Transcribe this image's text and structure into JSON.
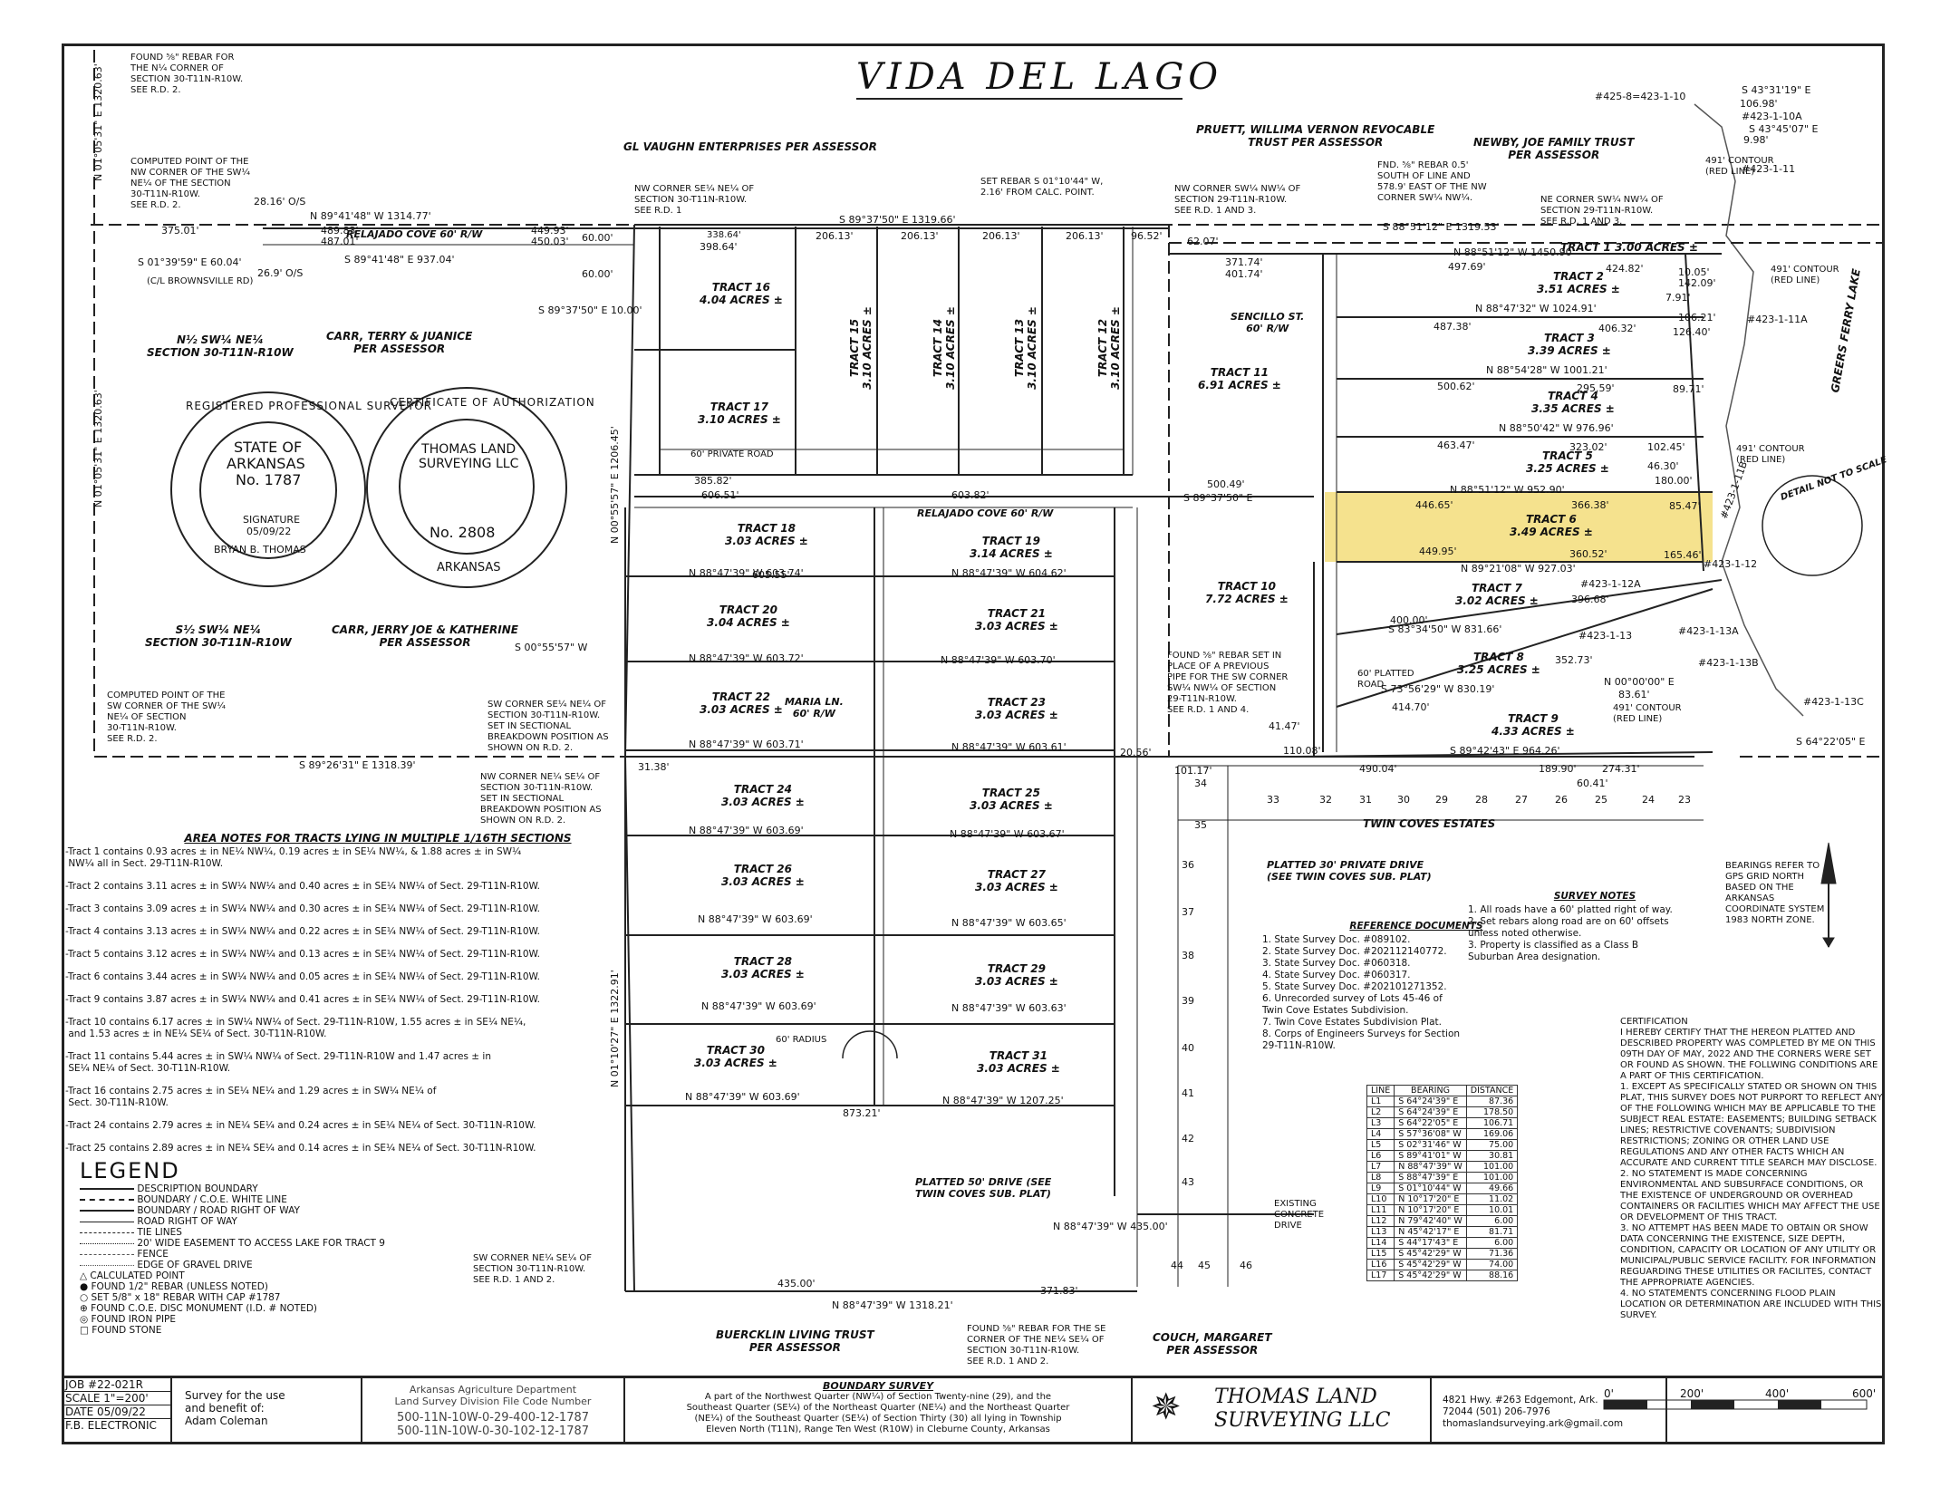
{
  "title": "VIDA DEL LAGO",
  "top_notes": {
    "rebar_n": "FOUND ⅝\" REBAR FOR\nTHE N¼ CORNER OF\nSECTION 30-T11N-R10W.\nSEE R.D. 2.",
    "computed_nw": "COMPUTED POINT OF THE\nNW CORNER OF THE SW¼\nNE¼ OF THE SECTION\n30-T11N-R10W.\nSEE R.D. 2.",
    "computed_sw": "COMPUTED POINT OF THE\nSW CORNER OF THE SW¼\nNE¼ OF SECTION\n30-T11N-R10W.\nSEE R.D. 2.",
    "nw_corner_se": "NW CORNER SE¼ NE¼ OF\nSECTION 30-T11N-R10W.\nSEE R.D. 1",
    "set_rebar": "SET REBAR S 01°10'44\" W,\n2.16' FROM CALC. POINT.",
    "nw_corner_sw29": "NW CORNER SW¼ NW¼ OF\nSECTION 29-T11N-R10W.\nSEE R.D. 1 AND 3.",
    "fnd_rebar": "FND. ⅝\" REBAR 0.5'\nSOUTH OF LINE AND\n578.9' EAST OF THE NW\nCORNER SW¼ NW¼.",
    "ne_corner_sw29": "NE CORNER SW¼ NW¼ OF\nSECTION 29-T11N-R10W.\nSEE R.D. 1 AND 3.",
    "sw_corner_se30": "SW CORNER SE¼ NE¼ OF\nSECTION 30-T11N-R10W.\nSET IN SECTIONAL\nBREAKDOWN POSITION AS\nSHOWN ON R.D. 2.",
    "nw_corner_ne30": "NW CORNER NE¼ SE¼ OF\nSECTION 30-T11N-R10W.\nSET IN SECTIONAL\nBREAKDOWN POSITION AS\nSHOWN ON R.D. 2.",
    "found_rebar_set": "FOUND ⅝\" REBAR SET IN\nPLACE OF A PREVIOUS\nPIPE FOR THE SW CORNER\nSW¼ NW¼ OF SECTION\n29-T11N-R10W.\nSEE R.D. 1 AND 4.",
    "sw_corner_ne30": "SW CORNER NE¼ SE¼ OF\nSECTION 30-T11N-R10W.\nSEE R.D. 1 AND 2.",
    "found_rebar_se": "FOUND ⅝\" REBAR FOR THE SE\nCORNER OF THE NE¼ SE¼ OF\nSECTION 30-T11N-R10W.\nSEE R.D. 1 AND 2.",
    "platted_private": "PLATTED 30' PRIVATE DRIVE\n(SEE TWIN COVES SUB. PLAT)",
    "platted_50": "PLATTED 50' DRIVE (SEE\nTWIN COVES SUB. PLAT)",
    "existing_drive": "EXISTING\nCONCRETE\nDRIVE",
    "platted_road": "60' PLATTED\nROAD",
    "private_road": "60' PRIVATE ROAD",
    "radius": "60' RADIUS",
    "detail": "DETAIL NOT TO SCALE"
  },
  "owners": {
    "gl_vaughn": "GL VAUGHN ENTERPRISES PER ASSESSOR",
    "pruett": "PRUETT, WILLIMA VERNON REVOCABLE\nTRUST PER ASSESSOR",
    "newby": "NEWBY, JOE FAMILY TRUST\nPER ASSESSOR",
    "carr_terry": "CARR, TERRY & JUANICE\nPER ASSESSOR",
    "carr_jerry": "CARR, JERRY JOE & KATHERINE\nPER ASSESSOR",
    "n_half": "N½ SW¼ NE¼\nSECTION 30-T11N-R10W",
    "s_half": "S½ SW¼ NE¼\nSECTION 30-T11N-R10W",
    "buercklin": "BUERCKLIN LIVING TRUST\nPER ASSESSOR",
    "couch": "COUCH, MARGARET\nPER ASSESSOR",
    "twin_coves": "TWIN COVES ESTATES",
    "greers_ferry": "GREERS FERRY LAKE"
  },
  "roads": {
    "relajado_top": "RELAJADO COVE 60' R/W",
    "relajado_mid": "RELAJADO COVE 60' R/W",
    "sencillo": "SENCILLO ST.\n60' R/W",
    "maria": "MARIA LN.\n60' R/W",
    "brownsville": "(C/L BROWNSVILLE RD)"
  },
  "tracts": [
    {
      "name": "TRACT 1",
      "acres": "3.00 ACRES ±"
    },
    {
      "name": "TRACT 2",
      "acres": "3.51 ACRES ±"
    },
    {
      "name": "TRACT 3",
      "acres": "3.39 ACRES ±"
    },
    {
      "name": "TRACT 4",
      "acres": "3.35 ACRES ±"
    },
    {
      "name": "TRACT 5",
      "acres": "3.25 ACRES ±"
    },
    {
      "name": "TRACT 6",
      "acres": "3.49 ACRES ±"
    },
    {
      "name": "TRACT 7",
      "acres": "3.02 ACRES ±"
    },
    {
      "name": "TRACT 8",
      "acres": "3.25 ACRES ±"
    },
    {
      "name": "TRACT 9",
      "acres": "4.33 ACRES ±"
    },
    {
      "name": "TRACT 10",
      "acres": "7.72 ACRES ±"
    },
    {
      "name": "TRACT 11",
      "acres": "6.91 ACRES ±"
    },
    {
      "name": "TRACT 12",
      "acres": "3.10 ACRES ±"
    },
    {
      "name": "TRACT 13",
      "acres": "3.10 ACRES ±"
    },
    {
      "name": "TRACT 14",
      "acres": "3.10 ACRES ±"
    },
    {
      "name": "TRACT 15",
      "acres": "3.10 ACRES ±"
    },
    {
      "name": "TRACT 16",
      "acres": "4.04 ACRES ±"
    },
    {
      "name": "TRACT 17",
      "acres": "3.10 ACRES ±"
    },
    {
      "name": "TRACT 18",
      "acres": "3.03 ACRES ±"
    },
    {
      "name": "TRACT 19",
      "acres": "3.14 ACRES ±"
    },
    {
      "name": "TRACT 20",
      "acres": "3.04 ACRES ±"
    },
    {
      "name": "TRACT 21",
      "acres": "3.03 ACRES ±"
    },
    {
      "name": "TRACT 22",
      "acres": "3.03 ACRES ±"
    },
    {
      "name": "TRACT 23",
      "acres": "3.03 ACRES ±"
    },
    {
      "name": "TRACT 24",
      "acres": "3.03 ACRES ±"
    },
    {
      "name": "TRACT 25",
      "acres": "3.03 ACRES ±"
    },
    {
      "name": "TRACT 26",
      "acres": "3.03 ACRES ±"
    },
    {
      "name": "TRACT 27",
      "acres": "3.03 ACRES ±"
    },
    {
      "name": "TRACT 28",
      "acres": "3.03 ACRES ±"
    },
    {
      "name": "TRACT 29",
      "acres": "3.03 ACRES ±"
    },
    {
      "name": "TRACT 30",
      "acres": "3.03 ACRES ±"
    },
    {
      "name": "TRACT 31",
      "acres": "3.03 ACRES ±"
    }
  ],
  "bearings": {
    "top_line": "N 89°41'48\" W  1314.77'",
    "relajado_bottom": "S 89°41'48\" E  937.04'",
    "top_row": "S 89°37'50\" E  1319.66'",
    "mid_row": "S 89°37'50\" E",
    "west_top": "N 01°05'31\" E  1320.63'",
    "west_bottom": "N 01°05'31\" E  1320.63'",
    "south_line": "S 89°26'31\" E  1318.39'",
    "east_1": "S 89°42'43\" E  964.26'",
    "east_top": "S 88°51'12\" E  1319.53'",
    "bottom": "N 88°47'39\" W  1318.21'",
    "t1": "N 88°51'12\" W  1450.90'",
    "t2": "N 88°47'32\" W  1024.91'",
    "t3": "N 88°54'28\" W  1001.21'",
    "t4": "N 88°50'42\" W  976.96'",
    "t5": "N 88°51'12\" W  952.90'",
    "t6": "N 89°21'08\" W  927.03'",
    "t7": "S 83°34'50\" W  831.66'",
    "t8": "S 73°56'29\" W  830.19'",
    "row": "N 88°47'39\" W",
    "west_mid": "N 00°55'57\" E  1206.45'",
    "west_lower": "N 01°10'27\" E  1322.91'",
    "s0055": "S 00°55'57\" W",
    "s8937": "S 89°37'50\" E  10.00'",
    "s0139": "S 01°39'59\" E  60.04'"
  },
  "distances": [
    "375.01'",
    "489.83'",
    "487.01'",
    "449.93'",
    "450.03'",
    "60.00'",
    "60.00'",
    "28.16' O/S",
    "26.9' O/S",
    "338.64'",
    "398.64'",
    "206.13'",
    "96.52'",
    "62.07'",
    "371.74'",
    "401.74'",
    "497.69'",
    "424.82'",
    "487.38'",
    "406.32'",
    "500.62'",
    "295.59'",
    "463.47'",
    "323.02'",
    "446.65'",
    "366.38'",
    "449.95'",
    "360.52'",
    "400.00'",
    "414.70'",
    "396.68'",
    "352.73'",
    "490.04'",
    "189.90'",
    "274.31'",
    "500.49'",
    "606.51'",
    "603.82'",
    "385.82'",
    "605.55'",
    "603.74'",
    "604.62'",
    "603.72'",
    "603.70'",
    "603.71'",
    "603.61'",
    "603.69'",
    "603.67'",
    "603.65'",
    "603.63'",
    "1207.25'",
    "873.21'",
    "435.00'",
    "371.83'",
    "101.17'",
    "20.56'",
    "31.38'",
    "41.47'",
    "110.08'",
    "85.47'",
    "165.46'",
    "102.45'",
    "46.30'",
    "180.00'",
    "89.71'",
    "10.05'",
    "142.09'",
    "7.91'",
    "106.21'",
    "126.40'",
    "106.98'",
    "9.98'",
    "60.41'",
    "83.61'"
  ],
  "lot_numbers": [
    "34",
    "33",
    "32",
    "31",
    "30",
    "29",
    "28",
    "27",
    "26",
    "25",
    "24",
    "23",
    "35",
    "36",
    "37",
    "38",
    "39",
    "40",
    "41",
    "42",
    "43",
    "44",
    "45",
    "46"
  ],
  "ids": {
    "id1": "#425-8=423-1-10",
    "id2": "#423-1-10A",
    "id3": "#423-1-11",
    "id4": "#423-1-11A",
    "id5": "#423-1-11B",
    "id6": "#423-1-12",
    "id7": "#423-1-12A",
    "id8": "#423-1-13",
    "id9": "#423-1-13A",
    "id10": "#423-1-13B",
    "id11": "#423-1-13C",
    "s43": "S 43°31'19\" E",
    "s4345": "S 43°45'07\" E",
    "s6422": "S 64°22'05\" E",
    "n0000": "N 00°00'00\" E",
    "contour1": "491' CONTOUR\n(RED LINE)",
    "contour2": "491' CONTOUR\n(RED LINE)",
    "contour3": "491' CONTOUR\n(RED LINE)",
    "contour4": "491' CONTOUR\n(RED LINE)"
  },
  "seals": {
    "rps_ring": "REGISTERED PROFESSIONAL SURVEYOR",
    "rps_state": "STATE OF",
    "rps_ark": "ARKANSAS",
    "rps_no": "No. 1787",
    "rps_sig": "SIGNATURE",
    "rps_date": "05/09/22",
    "rps_name": "BRYAN B. THOMAS",
    "coa_ring": "CERTIFICATE OF AUTHORIZATION",
    "coa_name": "THOMAS LAND\nSURVEYING LLC",
    "coa_no": "No. 2808",
    "coa_ark": "ARKANSAS"
  },
  "area_notes": {
    "header": "AREA NOTES FOR TRACTS LYING IN MULTIPLE 1/16TH SECTIONS",
    "items": [
      "-Tract 1 contains 0.93 acres ± in NE¼ NW¼, 0.19 acres ± in SE¼ NW¼, & 1.88 acres ± in SW¼\n NW¼ all in Sect. 29-T11N-R10W.",
      "-Tract 2 contains 3.11 acres ± in SW¼ NW¼ and 0.40 acres ± in SE¼ NW¼ of Sect. 29-T11N-R10W.",
      "-Tract 3 contains 3.09 acres ± in SW¼ NW¼ and 0.30 acres ± in SE¼ NW¼ of Sect. 29-T11N-R10W.",
      "-Tract 4 contains 3.13 acres ± in SW¼ NW¼ and 0.22 acres ± in SE¼ NW¼ of Sect. 29-T11N-R10W.",
      "-Tract 5 contains 3.12 acres ± in SW¼ NW¼ and 0.13 acres ± in SE¼ NW¼ of Sect. 29-T11N-R10W.",
      "-Tract 6 contains 3.44 acres ± in SW¼ NW¼ and 0.05 acres ± in SE¼ NW¼ of Sect. 29-T11N-R10W.",
      "-Tract 9 contains 3.87 acres ± in SW¼ NW¼ and 0.41 acres ± in SE¼ NW¼ of Sect. 29-T11N-R10W.",
      "-Tract 10 contains 6.17 acres ± in SW¼ NW¼ of Sect. 29-T11N-R10W, 1.55 acres ± in SE¼ NE¼,\n and 1.53 acres ± in NE¼ SE¼ of Sect. 30-T11N-R10W.",
      "-Tract 11 contains 5.44 acres ± in SW¼ NW¼ of Sect. 29-T11N-R10W and 1.47 acres ± in\n SE¼ NE¼ of Sect. 30-T11N-R10W.",
      "-Tract 16 contains 2.75 acres ± in SE¼ NE¼ and 1.29 acres ± in SW¼ NE¼ of\n Sect. 30-T11N-R10W.",
      "-Tract 24 contains 2.79 acres ± in NE¼ SE¼ and 0.24 acres ± in SE¼ NE¼ of Sect. 30-T11N-R10W.",
      "-Tract 25 contains 2.89 acres ± in NE¼ SE¼ and 0.14 acres ± in SE¼ NE¼ of Sect. 30-T11N-R10W."
    ]
  },
  "legend": {
    "title": "LEGEND",
    "items": [
      "DESCRIPTION BOUNDARY",
      "BOUNDARY / C.O.E. WHITE LINE",
      "BOUNDARY / ROAD RIGHT OF WAY",
      "ROAD RIGHT OF WAY",
      "TIE LINES",
      "20' WIDE EASEMENT TO ACCESS LAKE FOR TRACT 9",
      "FENCE",
      "EDGE OF GRAVEL DRIVE",
      "CALCULATED POINT",
      "FOUND 1/2\" REBAR (UNLESS NOTED)",
      "SET 5/8\" x 18\" REBAR WITH CAP #1787",
      "FOUND C.O.E. DISC MONUMENT (I.D. # NOTED)",
      "FOUND IRON PIPE",
      "FOUND STONE"
    ]
  },
  "reference_documents": {
    "header": "REFERENCE DOCUMENTS",
    "items": [
      "1. State Survey Doc. #089102.",
      "2. State Survey Doc. #202112140772.",
      "3. State Survey Doc. #060318.",
      "4. State Survey Doc. #060317.",
      "5. State Survey Doc. #202101271352.",
      "6. Unrecorded survey of Lots 45-46 of\nTwin Cove Estates Subdivision.",
      "7. Twin Cove Estates Subdivision Plat.",
      "8. Corps of Engineers Surveys for Section\n29-T11N-R10W."
    ]
  },
  "survey_notes": {
    "header": "SURVEY NOTES",
    "items": [
      "1. All roads have a 60' platted right of way.",
      "2. Set rebars along road are on 60' offsets\nunless noted otherwise.",
      "3. Property is classified as a Class B\nSuburban Area designation."
    ]
  },
  "bearing_note": "BEARINGS REFER TO GPS GRID NORTH BASED ON THE ARKANSAS COORDINATE SYSTEM 1983 NORTH ZONE.",
  "certification": "CERTIFICATION\nI HEREBY CERTIFY THAT THE HEREON PLATTED AND DESCRIBED PROPERTY WAS COMPLETED BY ME ON THIS 09TH DAY OF MAY, 2022 AND THE CORNERS WERE SET OR FOUND AS SHOWN. THE FOLLWING CONDITIONS ARE A PART OF THIS CERTIFICATION.\n1. EXCEPT AS SPECIFICALLY STATED OR SHOWN ON THIS PLAT, THIS SURVEY DOES NOT PURPORT TO REFLECT ANY OF THE FOLLOWING WHICH MAY BE APPLICABLE TO THE SUBJECT REAL ESTATE: EASEMENTS; BUILDING SETBACK LINES; RESTRICTIVE COVENANTS; SUBDIVISION RESTRICTIONS; ZONING OR OTHER LAND USE REGULATIONS AND ANY OTHER FACTS WHICH AN ACCURATE AND CURRENT TITLE SEARCH MAY DISCLOSE.\n2. NO STATEMENT IS MADE CONCERNING ENVIRONMENTAL AND SUBSURFACE CONDITIONS, OR THE EXISTENCE OF UNDERGROUND OR OVERHEAD CONTAINERS OR FACILITIES WHICH MAY AFFECT THE USE OR DEVELOPMENT OF THIS TRACT.\n3. NO ATTEMPT HAS BEEN MADE TO OBTAIN OR SHOW DATA CONCERNING THE EXISTENCE, SIZE DEPTH, CONDITION, CAPACITY OR LOCATION OF ANY UTILITY OR MUNICIPAL/PUBLIC SERVICE FACILITY. FOR INFORMATION REGUARDING THESE UTILITIES OR FACILITES, CONTACT THE APPROPRIATE AGENCIES.\n4. NO STATEMENTS CONCERNING FLOOD PLAIN LOCATION OR DETERMINATION ARE INCLUDED WITH THIS SURVEY.",
  "line_table": {
    "headers": [
      "LINE",
      "BEARING",
      "DISTANCE"
    ],
    "rows": [
      [
        "L1",
        "S 64°24'39\" E",
        "87.36"
      ],
      [
        "L2",
        "S 64°24'39\" E",
        "178.50"
      ],
      [
        "L3",
        "S 64°22'05\" E",
        "106.71"
      ],
      [
        "L4",
        "S 57°36'08\" W",
        "169.06"
      ],
      [
        "L5",
        "S 02°31'46\" W",
        "75.00"
      ],
      [
        "L6",
        "S 89°41'01\" W",
        "30.81"
      ],
      [
        "L7",
        "N 88°47'39\" W",
        "101.00"
      ],
      [
        "L8",
        "S 88°47'39\" E",
        "101.00"
      ],
      [
        "L9",
        "S 01°10'44\" W",
        "49.66"
      ],
      [
        "L10",
        "N 10°17'20\" E",
        "11.02"
      ],
      [
        "L11",
        "N 10°17'20\" E",
        "10.01"
      ],
      [
        "L12",
        "N 79°42'40\" W",
        "6.00"
      ],
      [
        "L13",
        "N 45°42'17\" E",
        "81.71"
      ],
      [
        "L14",
        "S 44°17'43\" E",
        "6.00"
      ],
      [
        "L15",
        "S 45°42'29\" W",
        "71.36"
      ],
      [
        "L16",
        "S 45°42'29\" W",
        "74.00"
      ],
      [
        "L17",
        "S 45°42'29\" W",
        "88.16"
      ]
    ]
  },
  "footer": {
    "job": "JOB #22-021R",
    "scale": "SCALE 1\"=200'",
    "date": "DATE 05/09/22",
    "fb": "F.B. ELECTRONIC",
    "survey_for": "Survey for the use\nand benefit of:\nAdam Coleman",
    "agri_title": "Arkansas Agriculture Department\nLand Survey Division File Code Number",
    "file_code_1": "500-11N-10W-0-29-400-12-1787",
    "file_code_2": "500-11N-10W-0-30-102-12-1787",
    "boundary_header": "BOUNDARY SURVEY",
    "boundary_text": "A part of the Northwest Quarter (NW¼) of Section Twenty-nine (29), and the\nSoutheast Quarter (SE¼) of the Northeast Quarter (NE¼) and the Northeast Quarter\n(NE¼) of the Southeast Quarter (SE¼) of Section Thirty (30) all lying in Township\nEleven North (T11N), Range Ten West (R10W) in Cleburne County, Arkansas",
    "company": "THOMAS LAND\nSURVEYING LLC",
    "address": "4821 Hwy. #263 Edgemont, Ark.\n72044 (501) 206-7976\nthomaslandsurveying.ark@gmail.com",
    "scale_labels": [
      "0'",
      "200'",
      "400'",
      "600'"
    ]
  }
}
